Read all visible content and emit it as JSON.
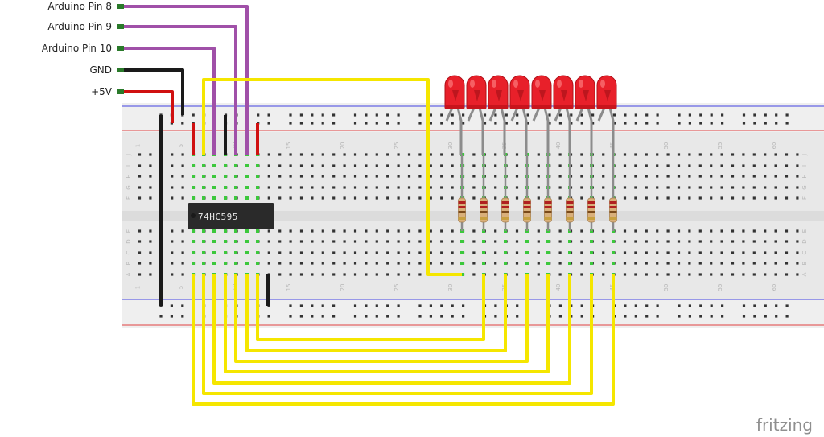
{
  "labels": {
    "pin8": "Arduino Pin 8",
    "pin9": "Arduino Pin 9",
    "pin10": "Arduino Pin 10",
    "gnd": "GND",
    "vcc": "+5V"
  },
  "chip_label": "74HC595",
  "column_numbers": [
    "1",
    "5",
    "10",
    "15",
    "20",
    "25",
    "30",
    "35",
    "40",
    "45",
    "50",
    "55",
    "60"
  ],
  "row_letters_top": [
    "J",
    "I",
    "H",
    "G",
    "F"
  ],
  "row_letters_bottom": [
    "E",
    "D",
    "C",
    "B",
    "A"
  ],
  "brand": "fritzing",
  "led_count": 8,
  "colors": {
    "yellow_wire": "#f5e600",
    "purple_wire": "#a050a8",
    "black_wire": "#1a1a1a",
    "red_wire": "#d01010",
    "led_red": "#e8202a",
    "power_line_red": "#e04040",
    "power_line_blue": "#4040e0",
    "board": "#eeeeee"
  }
}
